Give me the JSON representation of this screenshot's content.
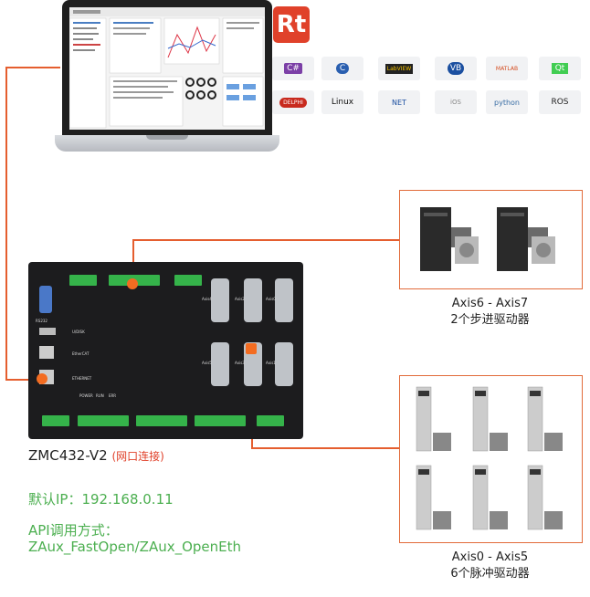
{
  "logos": {
    "rt": "Rt",
    "row1": [
      "C#",
      "C",
      "LabVIEW",
      "VB",
      "MATLAB",
      "Qt"
    ],
    "row2": [
      "DELPHI",
      "Linux",
      "NET",
      "iOS",
      "python",
      "ROS"
    ]
  },
  "controller": {
    "ports": {
      "rs232": "RS232",
      "udisk": "U/DISK",
      "ethercat": "EtherCAT",
      "ethernet": "ETHERNET",
      "leds": [
        "POWER",
        "RUN",
        "ERR"
      ],
      "axes": [
        "Axis4",
        "Axis2",
        "Axis0",
        "Axis5",
        "Axis3",
        "Axis1"
      ]
    },
    "model": "ZMC432-V2",
    "connection": "(网口连接)"
  },
  "info": {
    "default_ip": "默认IP：192.168.0.11",
    "api_label": "API调用方式：",
    "api_methods": "ZAux_FastOpen/ZAux_OpenEth"
  },
  "stepper_group": {
    "range": "Axis6 - Axis7",
    "desc": "2个步进驱动器"
  },
  "pulse_group": {
    "range": "Axis0 - Axis5",
    "desc": "6个脉冲驱动器"
  },
  "colors": {
    "accent": "#e55e2f",
    "green": "#4caf50",
    "rt_red": "#e0412a"
  }
}
